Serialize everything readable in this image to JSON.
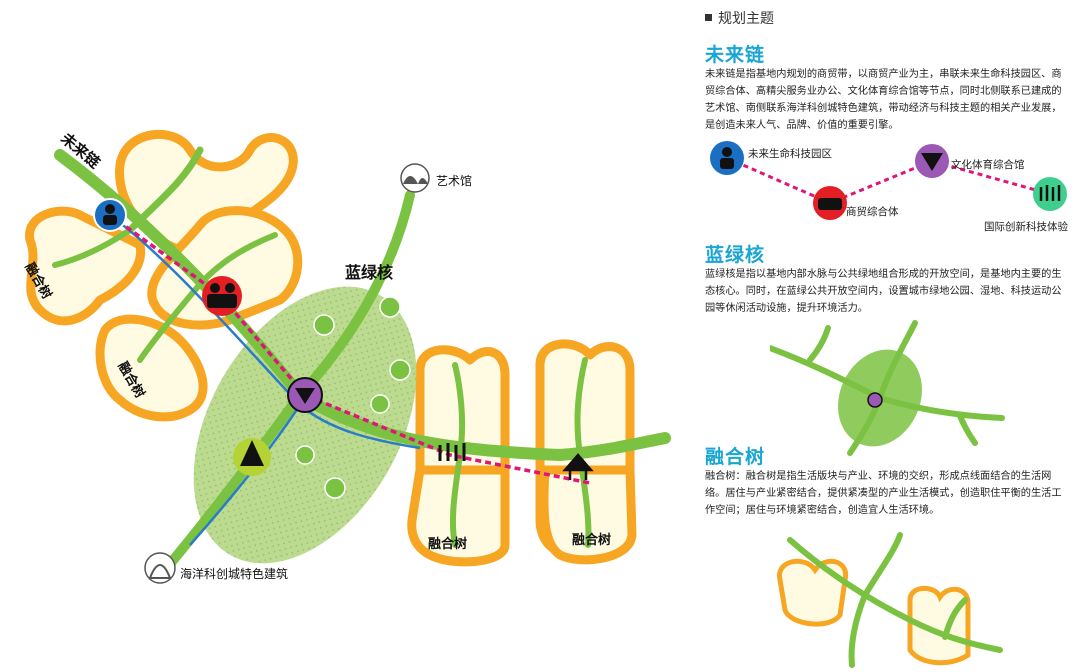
{
  "map": {
    "chain_label": "未来链",
    "core_label": "蓝绿核",
    "tree_labels": [
      "融合树",
      "融合树",
      "融合树",
      "融合树"
    ],
    "art_museum": "艺术馆",
    "ocean_building": "海洋科创城特色建筑"
  },
  "side": {
    "header": "规划主题",
    "chain": {
      "title": "未来链",
      "desc": "未来链是指基地内规划的商贸带，以商贸产业为主，串联未来生命科技园区、商贸综合体、高精尖服务业办公、文化体育综合馆等节点，同时北侧联系已建成的艺术馆、南侧联系海洋科创城特色建筑，带动经济与科技主题的相关产业发展，是创造未来人气、品牌、价值的重要引擎。",
      "nodes": [
        "未来生命科技园区",
        "商贸综合体",
        "文化体育综合馆",
        "国际创新科技体验"
      ],
      "node_colors": [
        "#1b6fc2",
        "#e31e24",
        "#9b58b5",
        "#3ecf8e"
      ]
    },
    "core": {
      "title": "蓝绿核",
      "desc": "蓝绿核是指以基地内部水脉与公共绿地组合形成的开放空间，是基地内主要的生态核心。同时，在蓝绿公共开放空间内，设置城市绿地公园、湿地、科技运动公园等休闲活动设施，提升环境活力。"
    },
    "tree": {
      "title": "融合树",
      "desc": "融合树：融合树是指生活版块与产业、环境的交织，形成点线面结合的生活网络。居住与产业紧密结合，提供紧凑型的产业生活模式，创造职住平衡的生活工作空间；居住与环境紧密结合，创造宜人生活环境。"
    }
  },
  "colors": {
    "accent_blue": "#1aa6d4",
    "orange": "#f6a623",
    "green": "#7cc242",
    "pink_dash": "#e0157a",
    "river": "#2a7cc7"
  }
}
